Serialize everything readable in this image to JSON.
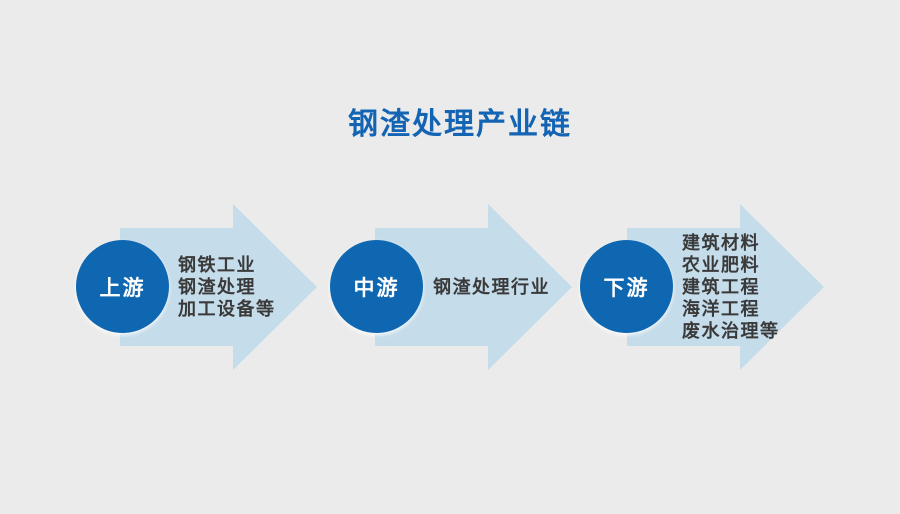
{
  "page": {
    "background_color": "#ebebeb"
  },
  "title": {
    "text": "钢渣处理产业链",
    "color": "#1464b4"
  },
  "colors": {
    "arrow_fill": "#c5dcea",
    "circle_fill": "#0e67b0",
    "item_text": "#3a3a3a",
    "circle_text": "#ffffff"
  },
  "stages": [
    {
      "label": "上游",
      "items": [
        "钢铁工业",
        "钢渣处理",
        "加工设备等"
      ]
    },
    {
      "label": "中游",
      "items": [
        "钢渣处理行业"
      ]
    },
    {
      "label": "下游",
      "items": [
        "建筑材料",
        "农业肥料",
        "建筑工程",
        "海洋工程",
        "废水治理等"
      ]
    }
  ]
}
